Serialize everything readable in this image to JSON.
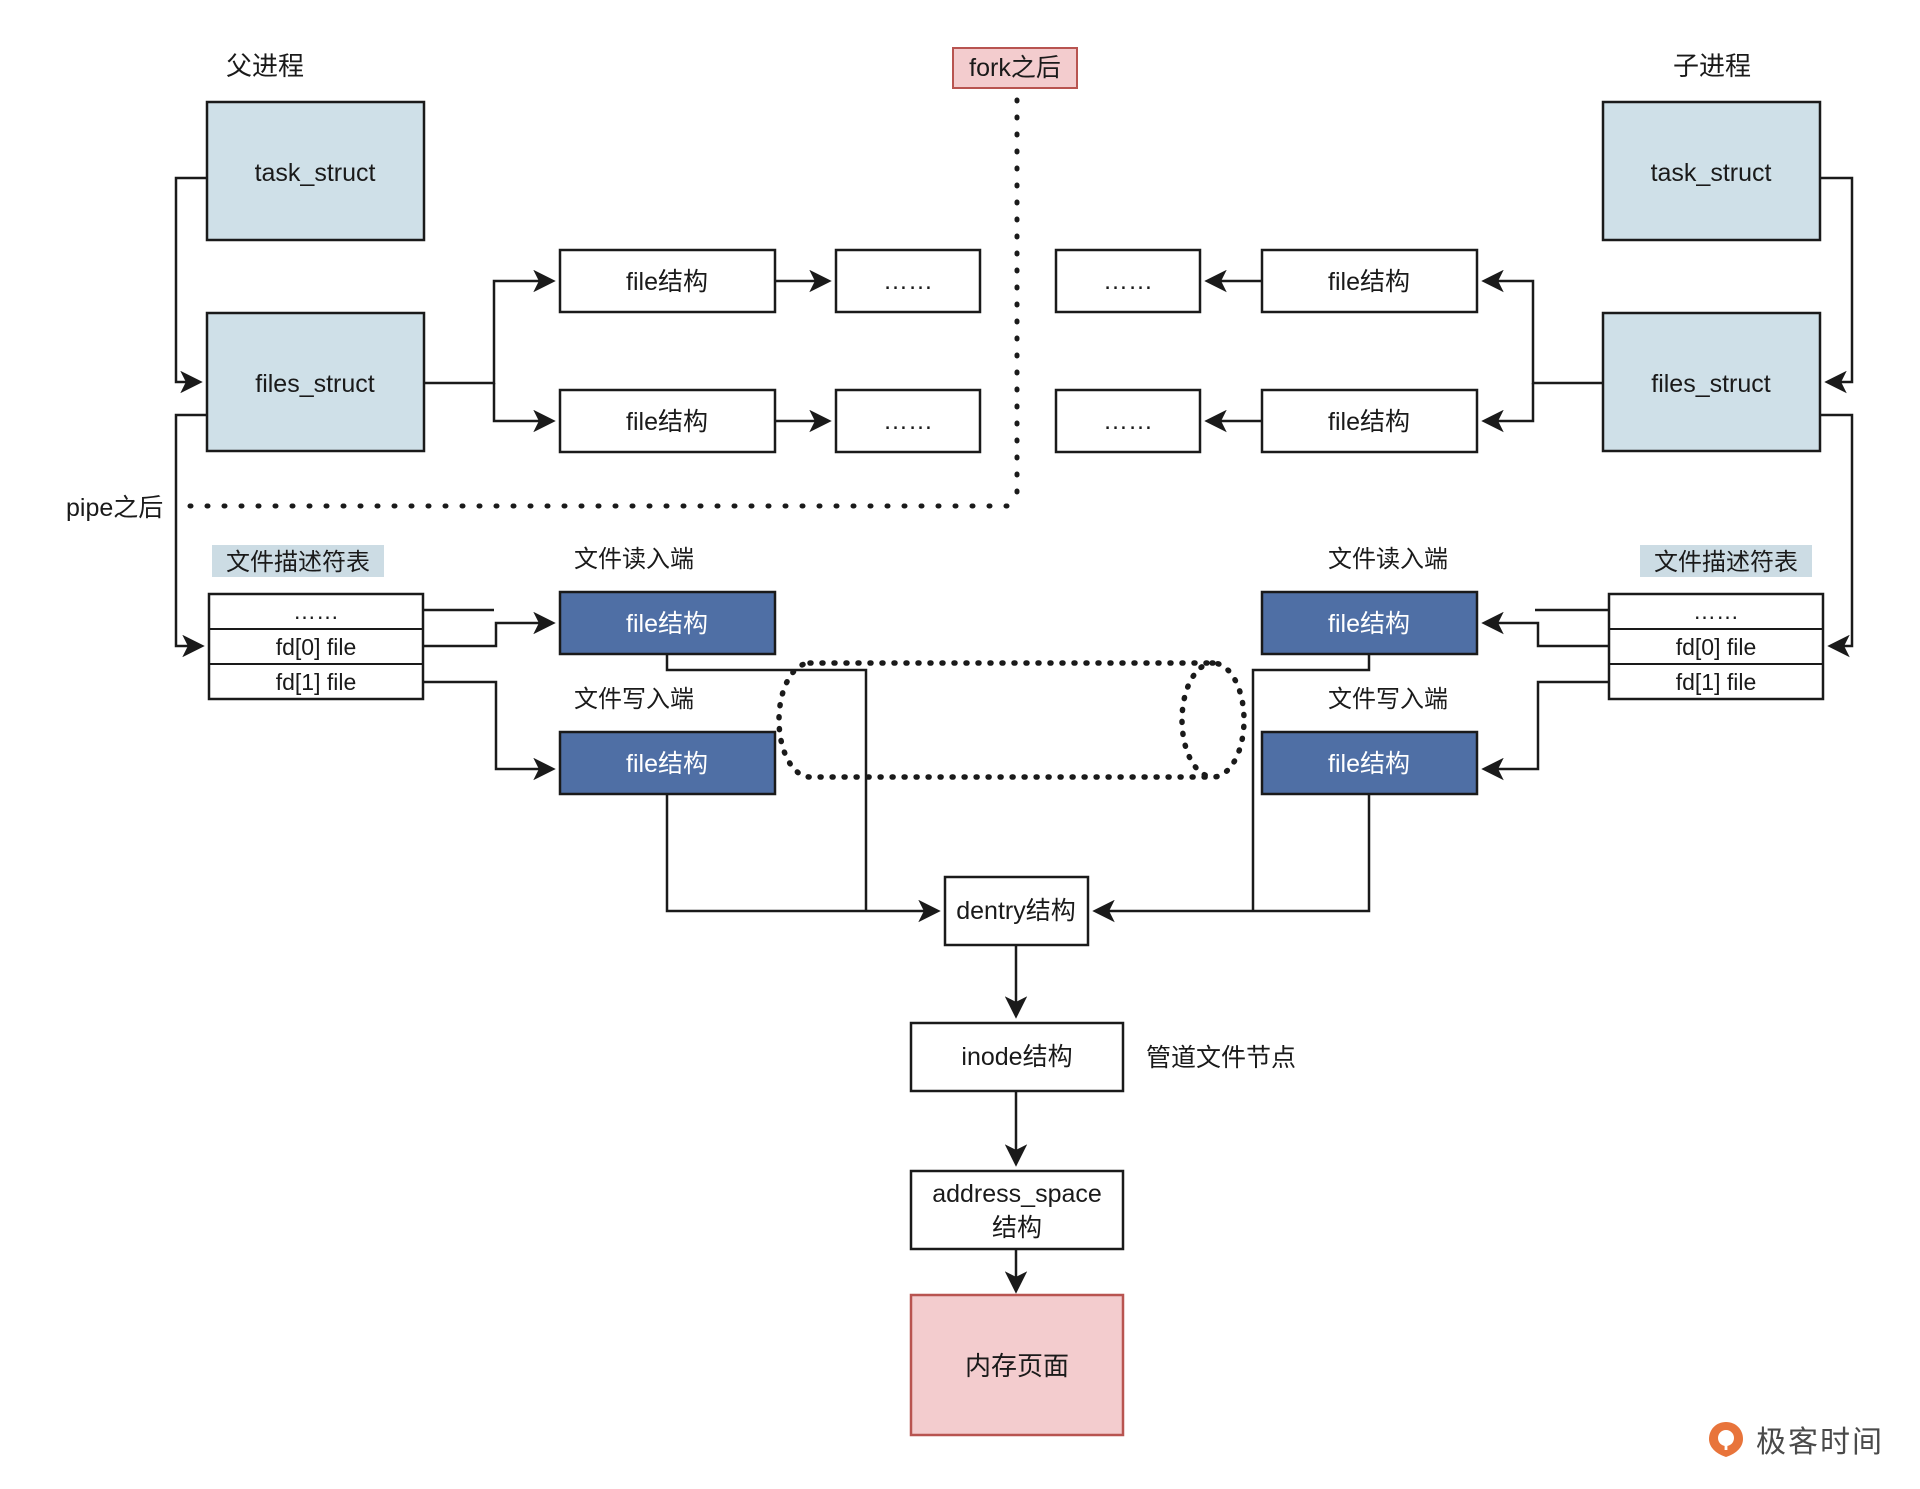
{
  "diagram": {
    "title_hidden": "",
    "colors": {
      "box_fill_white": "#ffffff",
      "box_fill_lightblue": "#cfe0e8",
      "box_fill_darkblue": "#4f6fa5",
      "box_fill_pink": "#f3ccce",
      "box_stroke_pink": "#b85450",
      "stroke": "#1a1a1a",
      "highlight_label_bg": "#ccdce4",
      "logo_orange": "#e8743b",
      "logo_text": "#4a4a4a"
    },
    "headers": {
      "parent_process": "父进程",
      "child_process": "子进程",
      "fork_marker": "fork之后",
      "pipe_marker": "pipe之后"
    },
    "parent": {
      "task_struct": "task_struct",
      "files_struct": "files_struct",
      "fd_table_label": "文件描述符表",
      "fd_rows": [
        "……",
        "fd[0] file",
        "fd[1] file"
      ],
      "file_chain_row1": [
        "file结构",
        "……"
      ],
      "file_chain_row2": [
        "file结构",
        "……"
      ],
      "read_end_label": "文件读入端",
      "write_end_label": "文件写入端",
      "read_end_box": "file结构",
      "write_end_box": "file结构"
    },
    "child": {
      "task_struct": "task_struct",
      "files_struct": "files_struct",
      "fd_table_label": "文件描述符表",
      "fd_rows": [
        "……",
        "fd[0] file",
        "fd[1] file"
      ],
      "file_chain_row1": [
        "file结构",
        "……"
      ],
      "file_chain_row2": [
        "file结构",
        "……"
      ],
      "read_end_label": "文件读入端",
      "write_end_label": "文件写入端",
      "read_end_box": "file结构",
      "write_end_box": "file结构"
    },
    "shared": {
      "pipe_cylinder_label": "",
      "dentry": "dentry结构",
      "inode": "inode结构",
      "inode_note": "管道文件节点",
      "address_space_line1": "address_space",
      "address_space_line2": "结构",
      "memory_page": "内存页面"
    },
    "watermark": {
      "text": "极客时间",
      "icon": "geektime-logo-icon"
    }
  }
}
